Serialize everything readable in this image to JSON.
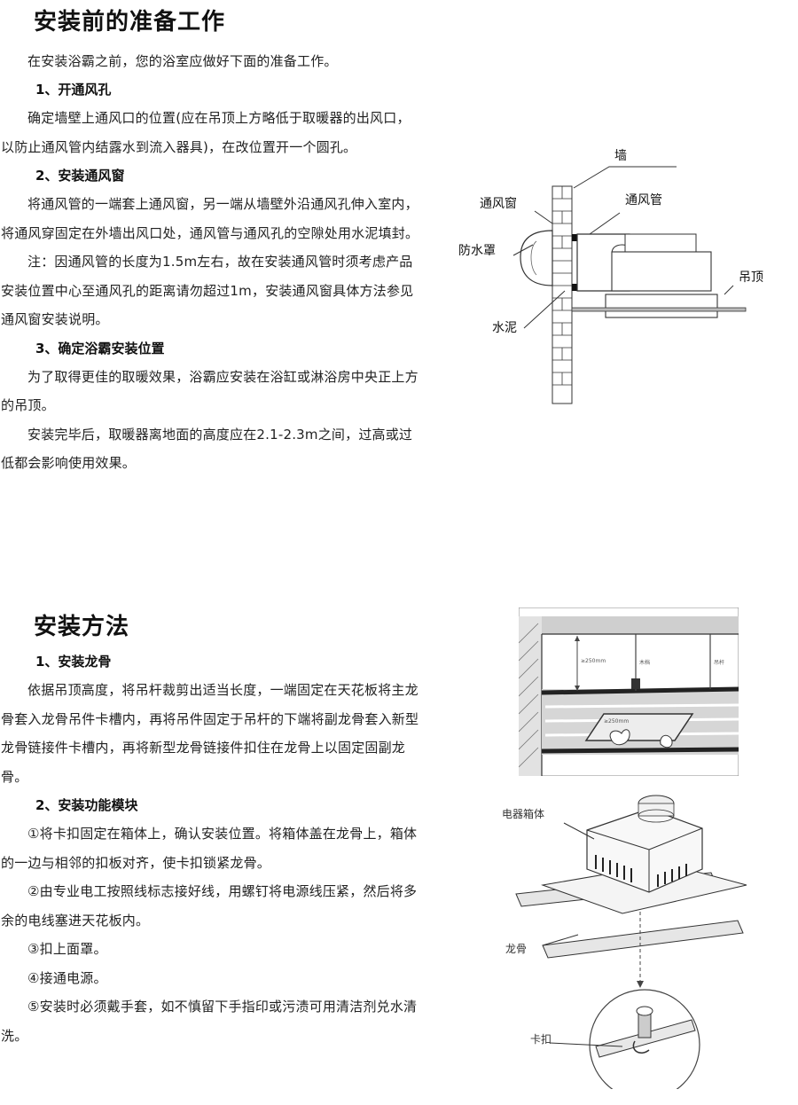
{
  "sec1": {
    "title": "安装前的准备工作",
    "intro": "在安装浴霸之前，您的浴室应做好下面的准备工作。",
    "s1_title": "1、开通风孔",
    "s1_p1": "确定墙壁上通风口的位置(应在吊顶上方略低于取暖器的出风口，以防止通风管内结露水到流入器具)，在改位置开一个圆孔。",
    "s2_title": "2、安装通风窗",
    "s2_p1": "将通风管的一端套上通风窗，另一端从墙壁外沿通风孔伸入室内，将通风穿固定在外墙出风口处，通风管与通风孔的空隙处用水泥填封。",
    "s2_p2": "注：因通风管的长度为1.5m左右，故在安装通风管时须考虑产品安装位置中心至通风孔的距离请勿超过1m，安装通风窗具体方法参见通风窗安装说明。",
    "s3_title": "3、确定浴霸安装位置",
    "s3_p1": "为了取得更佳的取暖效果，浴霸应安装在浴缸或淋浴房中央正上方的吊顶。",
    "s3_p2": "安装完毕后，取暖器离地面的高度应在2.1-2.3m之间，过高或过低都会影响使用效果。"
  },
  "fig1": {
    "wall": "墙",
    "vent_window": "通风窗",
    "duct": "通风管",
    "waterproof_cover": "防水罩",
    "ceiling": "吊顶",
    "cement": "水泥"
  },
  "sec2": {
    "title": "安装方法",
    "s1_title": "1、安装龙骨",
    "s1_p1": "依据吊顶高度，将吊杆裁剪出适当长度，一端固定在天花板将主龙骨套入龙骨吊件卡槽内，再将吊件固定于吊杆的下端将副龙骨套入新型龙骨链接件卡槽内，再将新型龙骨链接件扣住在龙骨上以固定固副龙骨。",
    "s2_title": "2、安装功能模块",
    "s2_p1": "①将卡扣固定在箱体上，确认安装位置。将箱体盖在龙骨上，箱体的一边与相邻的扣板对齐，使卡扣锁紧龙骨。",
    "s2_p2": "②由专业电工按照线标志接好线，用螺钉将电源线压紧，然后将多余的电线塞进天花板内。",
    "s2_p3": "③扣上面罩。",
    "s2_p4": "④接通电源。",
    "s2_p5": "⑤安装时必须戴手套，如不慎留下手指印或污渍可用清洁剂兑水清洗。"
  },
  "fig2": {
    "dim1": "≥250mm",
    "dim2": "≥250mm",
    "lbl_a": "木档",
    "lbl_b": "吊杆"
  },
  "fig3": {
    "box": "电器箱体",
    "keel": "龙骨",
    "clip": "卡扣"
  }
}
